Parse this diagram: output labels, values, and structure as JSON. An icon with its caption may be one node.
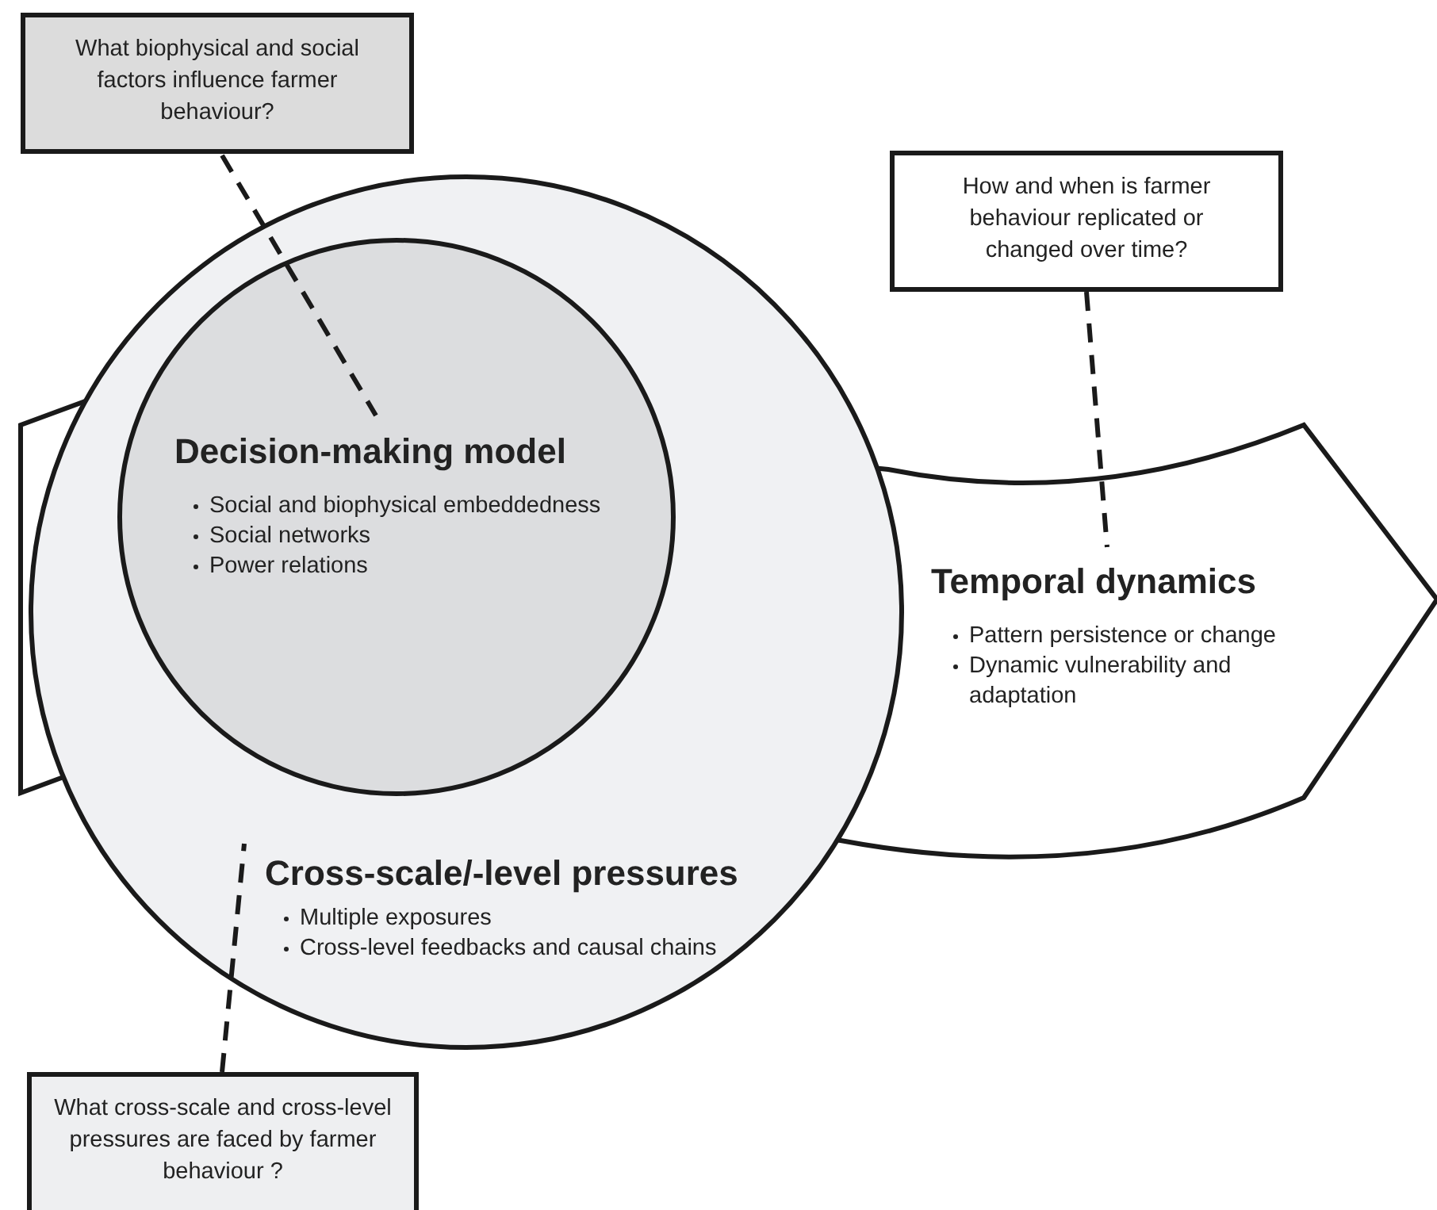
{
  "diagram": {
    "nodes": [
      {
        "text": [
          "What biophysical and social factors influence farmer behaviour?"
        ]
      },
      {
        "text": [
          "Cross-scale/-level pressures",
          "Multiple exposures",
          "Cross-level feedbacks and causal chains"
        ]
      },
      {
        "text": [
          "Decision-making model",
          "Social and biophysical embeddedness",
          "Social networks",
          "Power relations"
        ],
        "in": 1
      },
      {
        "text": [
          "Temporal dynamics",
          "Pattern persistence or change",
          "Dynamic vulnerability and adaptation"
        ]
      },
      {
        "text": [
          "How and when is farmer behaviour replicated or changed over time?"
        ]
      },
      {
        "text": [
          "What cross-scale and cross-level pressures are faced by farmer behaviour ?"
        ]
      }
    ],
    "edges": [
      {
        "from": 0,
        "to": 2,
        "arrow": "none",
        "style": "dashed"
      },
      {
        "from": 4,
        "to": 3,
        "arrow": "none",
        "style": "dashed"
      },
      {
        "from": 5,
        "to": 1,
        "arrow": "none",
        "style": "dashed"
      }
    ]
  }
}
